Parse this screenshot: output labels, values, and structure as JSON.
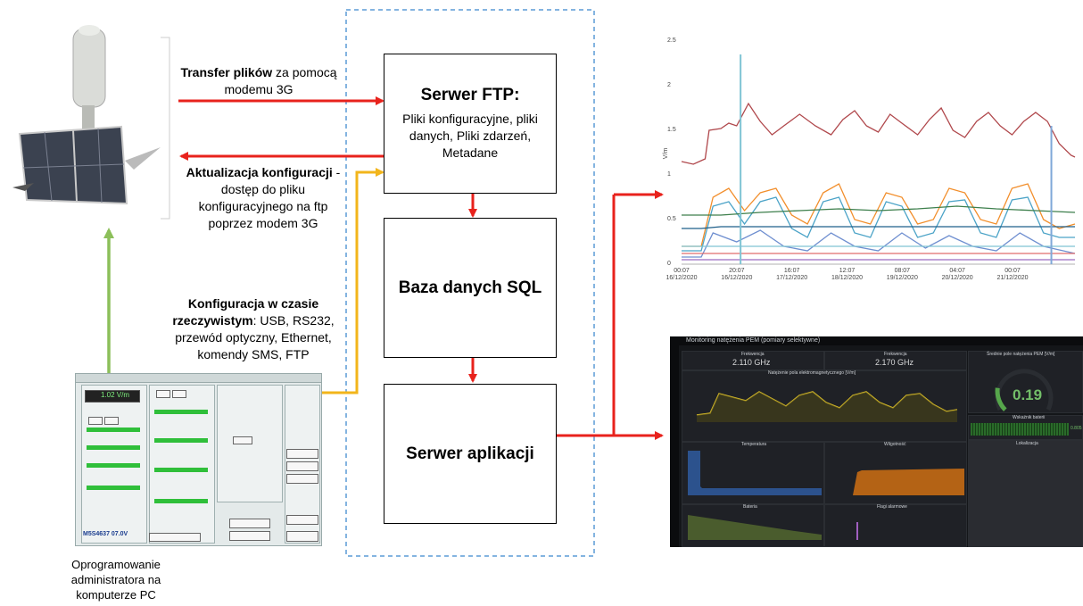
{
  "boxes": {
    "ftp_title": "Serwer FTP:",
    "ftp_body": "Pliki konfiguracyjne, pliki danych, Pliki zdarzeń, Metadane",
    "sql": "Baza danych SQL",
    "app": "Serwer aplikacji"
  },
  "labels": {
    "transfer_bold": "Transfer plików",
    "transfer_rest": " za pomocą modemu 3G",
    "update_bold": "Aktualizacja konfiguracji",
    "update_rest": " - dostęp do pliku konfiguracyjnego na ftp poprzez modem 3G",
    "realtime_bold": "Konfiguracja w czasie rzeczywistym",
    "realtime_rest": ": USB, RS232, przewód optyczny, Ethernet, komendy SMS, FTP",
    "admin_caption": "Oprogramowanie administratora na komputerze PC"
  },
  "colors": {
    "red_arrow": "#e8221c",
    "green_arrow": "#8cbf5a",
    "yellow_arrow": "#f2b51b",
    "dashed_border": "#5b9bd5"
  },
  "chart_data": {
    "type": "line",
    "ylabel": "V/m",
    "ylim": [
      0,
      2.5
    ],
    "yticks": [
      "0",
      "0.5",
      "1",
      "1.5",
      "2",
      "2.5"
    ],
    "xticks": [
      {
        "time": "00:07",
        "date": "16/12/2020"
      },
      {
        "time": "20:07",
        "date": "16/12/2020"
      },
      {
        "time": "16:07",
        "date": "17/12/2020"
      },
      {
        "time": "12:07",
        "date": "18/12/2020"
      },
      {
        "time": "08:07",
        "date": "19/12/2020"
      },
      {
        "time": "04:07",
        "date": "20/12/2020"
      },
      {
        "time": "00:07",
        "date": "21/12/2020"
      }
    ],
    "series": [
      {
        "color": "#b0484c",
        "x": [
          0,
          3,
          6,
          7,
          10,
          12,
          14,
          17,
          20,
          23,
          26,
          30,
          34,
          38,
          41,
          44,
          47,
          50,
          53,
          56,
          60,
          63,
          66,
          69,
          72,
          75,
          78,
          81,
          84,
          87,
          90,
          93,
          96,
          99,
          100
        ],
        "values": [
          1.15,
          1.12,
          1.18,
          1.5,
          1.52,
          1.58,
          1.55,
          1.8,
          1.6,
          1.45,
          1.55,
          1.68,
          1.55,
          1.45,
          1.62,
          1.72,
          1.55,
          1.48,
          1.68,
          1.58,
          1.45,
          1.62,
          1.75,
          1.5,
          1.42,
          1.6,
          1.7,
          1.55,
          1.45,
          1.6,
          1.7,
          1.6,
          1.35,
          1.22,
          1.2
        ]
      },
      {
        "color": "#f28e2b",
        "x": [
          0,
          5,
          8,
          12,
          16,
          20,
          24,
          28,
          32,
          36,
          40,
          44,
          48,
          52,
          56,
          60,
          64,
          68,
          72,
          76,
          80,
          84,
          88,
          92,
          96,
          100
        ],
        "values": [
          0.2,
          0.2,
          0.75,
          0.85,
          0.6,
          0.8,
          0.85,
          0.55,
          0.45,
          0.8,
          0.9,
          0.5,
          0.45,
          0.8,
          0.75,
          0.45,
          0.5,
          0.85,
          0.8,
          0.5,
          0.45,
          0.85,
          0.9,
          0.5,
          0.4,
          0.45
        ]
      },
      {
        "color": "#4ba3c7",
        "x": [
          0,
          5,
          8,
          12,
          16,
          20,
          24,
          28,
          32,
          36,
          40,
          44,
          48,
          52,
          56,
          60,
          64,
          68,
          72,
          76,
          80,
          84,
          88,
          92,
          96,
          100
        ],
        "values": [
          0.15,
          0.15,
          0.65,
          0.7,
          0.45,
          0.7,
          0.75,
          0.4,
          0.3,
          0.7,
          0.75,
          0.35,
          0.3,
          0.7,
          0.65,
          0.3,
          0.35,
          0.7,
          0.72,
          0.35,
          0.3,
          0.72,
          0.75,
          0.35,
          0.3,
          0.3
        ]
      },
      {
        "color": "#3d7f4c",
        "x": [
          0,
          10,
          20,
          30,
          40,
          50,
          60,
          70,
          80,
          90,
          100
        ],
        "values": [
          0.55,
          0.55,
          0.58,
          0.6,
          0.62,
          0.6,
          0.62,
          0.65,
          0.62,
          0.6,
          0.58
        ]
      },
      {
        "color": "#1f5f8a",
        "x": [
          0,
          5,
          10,
          20,
          30,
          40,
          50,
          60,
          70,
          80,
          90,
          100
        ],
        "values": [
          0.4,
          0.4,
          0.42,
          0.42,
          0.42,
          0.42,
          0.42,
          0.42,
          0.42,
          0.42,
          0.42,
          0.42
        ]
      },
      {
        "color": "#6f8fd0",
        "x": [
          0,
          5,
          8,
          14,
          20,
          26,
          32,
          38,
          44,
          50,
          56,
          62,
          68,
          74,
          80,
          86,
          92,
          100
        ],
        "values": [
          0.08,
          0.08,
          0.35,
          0.25,
          0.38,
          0.2,
          0.15,
          0.35,
          0.2,
          0.15,
          0.35,
          0.18,
          0.32,
          0.2,
          0.15,
          0.35,
          0.2,
          0.12
        ]
      },
      {
        "color": "#7fc4d4",
        "x": [
          0,
          20,
          40,
          60,
          80,
          100
        ],
        "values": [
          0.2,
          0.2,
          0.2,
          0.2,
          0.2,
          0.2
        ]
      },
      {
        "color": "#e06c6c",
        "x": [
          0,
          20,
          40,
          60,
          80,
          100
        ],
        "values": [
          0.12,
          0.12,
          0.12,
          0.12,
          0.12,
          0.12
        ]
      },
      {
        "color": "#9b6cc0",
        "x": [
          0,
          20,
          40,
          60,
          80,
          100
        ],
        "values": [
          0.05,
          0.05,
          0.05,
          0.05,
          0.05,
          0.05
        ]
      }
    ],
    "spikes": [
      {
        "x": 15,
        "value": 2.35,
        "color": "#7fc4d4"
      },
      {
        "x": 94,
        "value": 1.55,
        "color": "#7fa8d8"
      }
    ]
  },
  "dashboard": {
    "title": "Monitoring natężenia PEM (pomiary selektywne)",
    "freq1_label": "Frekwencja",
    "freq1": "2.110 GHz",
    "freq2_label": "Frekwencja",
    "freq2": "2.170 GHz",
    "gauge_title": "Średnie pole natężenia PEM [V/m]",
    "gauge_value": "0.19",
    "gauge_fraction": 0.19,
    "panel_temp": "Temperatura",
    "panel_hum": "Wilgotność",
    "panel_batt": "Bateria",
    "panel_flag": "Flagi alarmowe",
    "panel_map": "Lokalizacja",
    "panel_main": "Natężenie pola elektromagnetycznego [V/m]",
    "bar_label": "Wskaźnik baterii",
    "bar_value": "0.805"
  },
  "software": {
    "value_display": "1.02 V/m",
    "serial": "M5S4637 07.0V"
  }
}
